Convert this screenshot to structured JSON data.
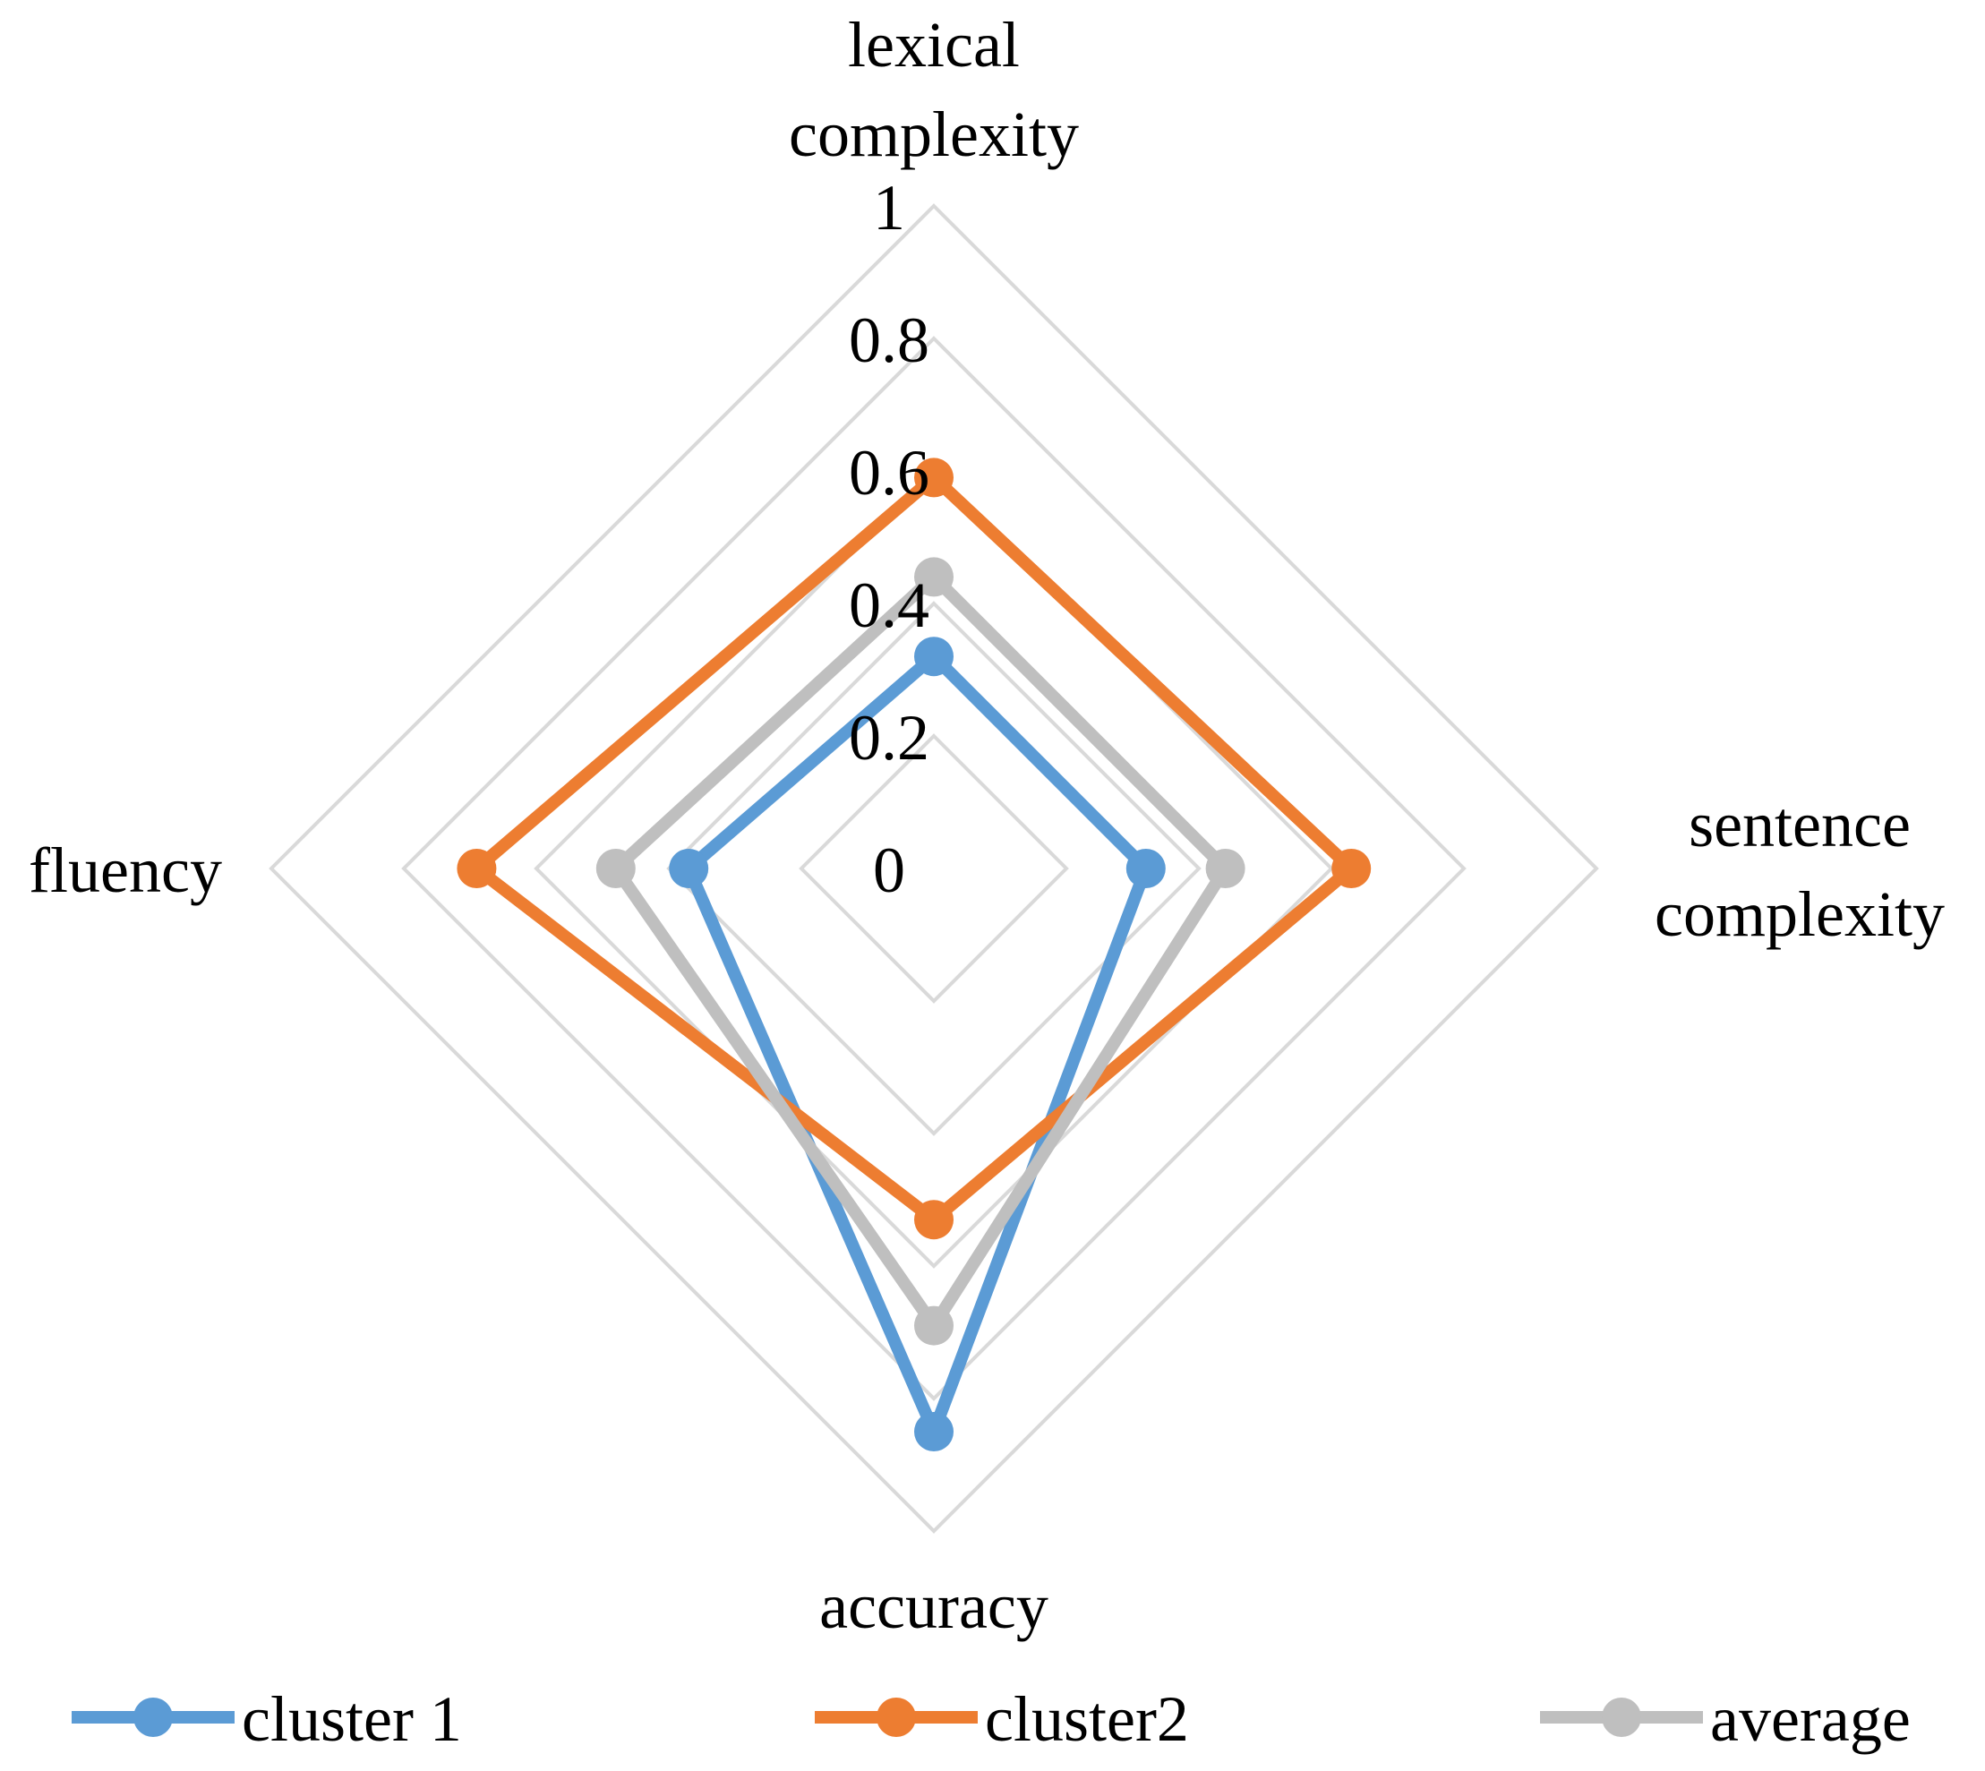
{
  "chart_data": {
    "type": "radar",
    "axes": [
      "lexical complexity",
      "sentence complexity",
      "accuracy",
      "fluency"
    ],
    "axis_label_lines": [
      [
        "lexical",
        "complexity"
      ],
      [
        "sentence",
        "complexity"
      ],
      [
        "accuracy"
      ],
      [
        "fluency"
      ]
    ],
    "range": [
      0,
      1
    ],
    "ticks": [
      "0",
      "0.2",
      "0.4",
      "0.6",
      "0.8",
      "1"
    ],
    "tick_values": [
      0,
      0.2,
      0.4,
      0.6,
      0.8,
      1
    ],
    "grid": true,
    "legend_position": "bottom",
    "series": [
      {
        "name": "cluster 1",
        "color": "#5B9BD5",
        "values": [
          0.32,
          0.32,
          0.85,
          0.37
        ]
      },
      {
        "name": "cluster2",
        "color": "#ED7D31",
        "values": [
          0.59,
          0.63,
          0.53,
          0.69
        ]
      },
      {
        "name": "average",
        "color": "#BFBFBF",
        "values": [
          0.44,
          0.44,
          0.69,
          0.48
        ]
      }
    ]
  }
}
